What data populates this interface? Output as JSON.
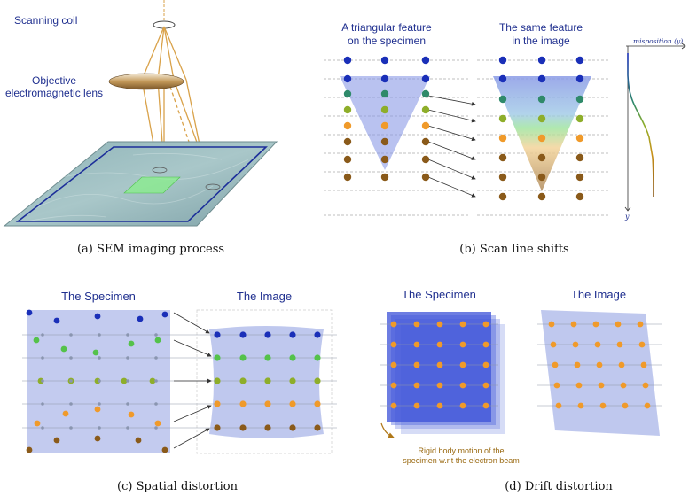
{
  "panel_a": {
    "label_coil": "Scanning coil",
    "label_lens": "Objective\nelectromagnetic lens",
    "caption": "(a) SEM imaging process"
  },
  "panel_b": {
    "title_specimen": "A triangular feature\non the specimen",
    "title_image": "The same feature\nin the image",
    "axis_label": "misposition (y)",
    "axis_y": "y",
    "caption": "(b) Scan line shifts"
  },
  "panel_c": {
    "title_specimen": "The Specimen",
    "title_image": "The Image",
    "caption": "(c) Spatial distortion"
  },
  "panel_d": {
    "title_specimen": "The Specimen",
    "title_image": "The Image",
    "note": "Rigid body motion of the\nspecimen w.r.t the electron beam",
    "caption": "(d) Drift distortion"
  },
  "colors": {
    "title_blue": "#1f2f8f",
    "dot_blue": "#1a2fb8",
    "dot_teal": "#2f8a6a",
    "dot_green": "#54c24a",
    "dot_olive": "#8eae2a",
    "dot_orange": "#f09a2a",
    "dot_brown": "#8a5a1a",
    "dot_gray": "#8a95b0",
    "region_blue": "#b8c2ec",
    "region_dark_blue": "#3c52d8",
    "beam_gold": "#d9a24a"
  }
}
